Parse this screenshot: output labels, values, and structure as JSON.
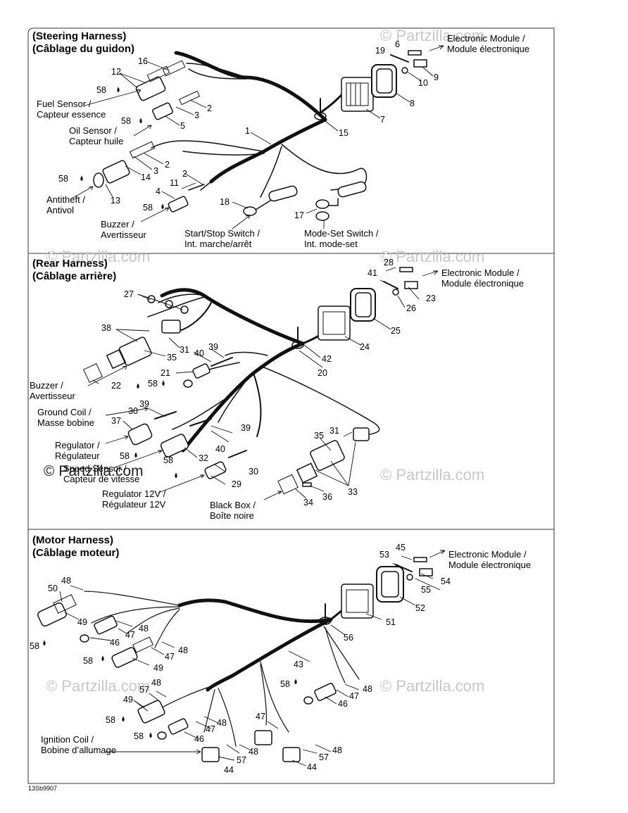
{
  "sections": {
    "steering": {
      "title1": "(Steering Harness)",
      "title2": "(Câblage du guidon)"
    },
    "rear": {
      "title1": "(Rear Harness)",
      "title2": "(Câblage arrière)"
    },
    "motor": {
      "title1": "(Motor Harness)",
      "title2": "(Câblage moteur)"
    }
  },
  "callouts": {
    "electronic_module_en": "Electronic Module /",
    "electronic_module_fr": "Module électronique",
    "fuel_sensor_en": "Fuel Sensor /",
    "fuel_sensor_fr": "Capteur essence",
    "oil_sensor_en": "Oil Sensor /",
    "oil_sensor_fr": "Capteur huile",
    "antitheft_en": "Antitheft /",
    "antitheft_fr": "Antivol",
    "buzzer_en": "Buzzer /",
    "buzzer_fr": "Avertisseur",
    "startstop_en": "Start/Stop Switch /",
    "startstop_fr": "Int. marche/arrêt",
    "modeset_en": "Mode-Set Switch /",
    "modeset_fr": "Int. mode-set",
    "ground_coil_en": "Ground Coil /",
    "ground_coil_fr": "Masse bobine",
    "regulator_en": "Regulator /",
    "regulator_fr": "Régulateur",
    "speed_sensor_en": "Speed Sensor /",
    "speed_sensor_fr": "Capteur de vitesse",
    "regulator12_en": "Regulator 12V /",
    "regulator12_fr": "Régulateur 12V",
    "black_box_en": "Black Box /",
    "black_box_fr": "Boîte noire",
    "ignition_coil_en": "Ignition Coil /",
    "ignition_coil_fr": "Bobine d’allumage"
  },
  "part_numbers": {
    "p1": "1",
    "p2": "2",
    "p3": "3",
    "p4": "4",
    "p5": "5",
    "p6": "6",
    "p7": "7",
    "p8": "8",
    "p9": "9",
    "p10": "10",
    "p11": "11",
    "p12": "12",
    "p13": "13",
    "p14": "14",
    "p15": "15",
    "p16": "16",
    "p17": "17",
    "p18": "18",
    "p19": "19",
    "p20": "20",
    "p21": "21",
    "p22": "22",
    "p23": "23",
    "p24": "24",
    "p25": "25",
    "p26": "26",
    "p27": "27",
    "p28": "28",
    "p29": "29",
    "p30": "30",
    "p31": "31",
    "p32": "32",
    "p33": "33",
    "p34": "34",
    "p35": "35",
    "p36": "36",
    "p37": "37",
    "p38": "38",
    "p39": "39",
    "p40": "40",
    "p41": "41",
    "p42": "42",
    "p43": "43",
    "p44": "44",
    "p45": "45",
    "p46": "46",
    "p47": "47",
    "p48": "48",
    "p49": "49",
    "p50": "50",
    "p51": "51",
    "p52": "52",
    "p53": "53",
    "p54": "54",
    "p55": "55",
    "p56": "56",
    "p57": "57",
    "p58": "58"
  },
  "watermark": "© Partzilla.com",
  "footer_code": "13Sb9907"
}
